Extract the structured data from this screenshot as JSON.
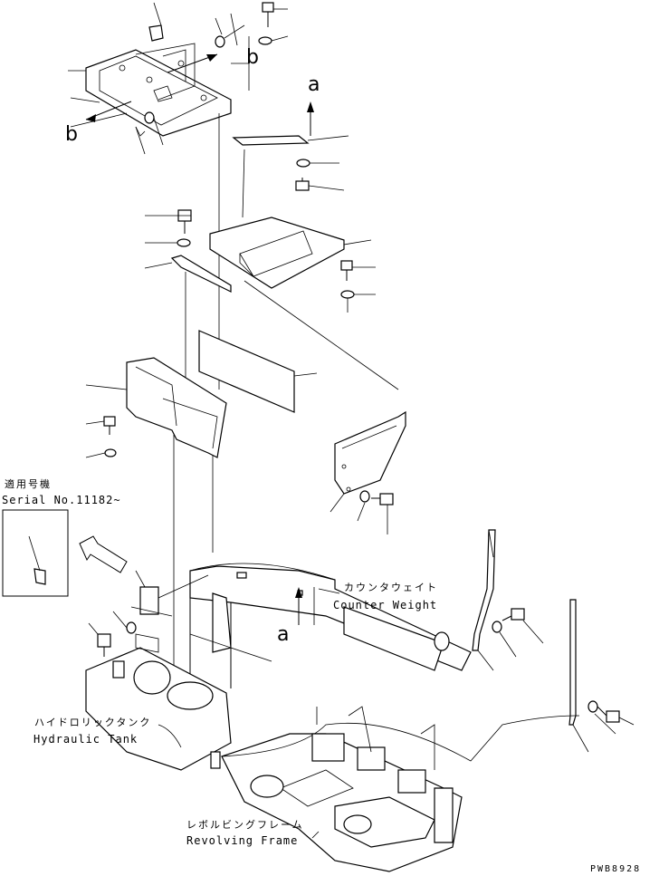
{
  "callouts": {
    "a_top": "a",
    "a_bottom": "a",
    "b_top": "b",
    "b_left": "b"
  },
  "serial": {
    "jp": "適用号機",
    "en": "Serial No.11182~"
  },
  "counterweight": {
    "jp": "カウンタウェイト",
    "en": "Counter Weight"
  },
  "hydraulic_tank": {
    "jp": "ハイドロリックタンク",
    "en": "Hydraulic Tank"
  },
  "revolving_frame": {
    "jp": "レボルビングフレーム",
    "en": "Revolving Frame"
  },
  "drawing_code": "PWB8928"
}
